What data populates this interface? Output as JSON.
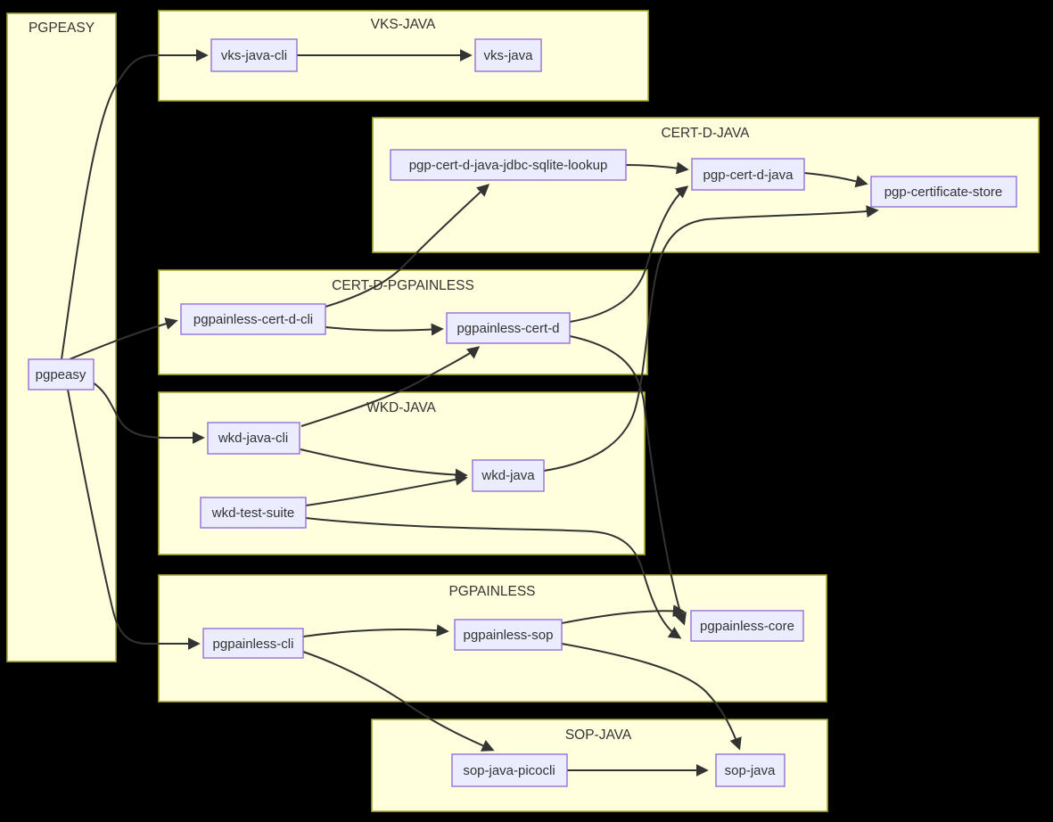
{
  "diagram": {
    "type": "dependency-flowchart",
    "background_color": "#000000",
    "colors": {
      "cluster_fill": "#ffffde",
      "cluster_border": "#aaaa33",
      "node_fill": "#ececff",
      "node_border": "#9370db",
      "edge": "#333333",
      "text": "#333333"
    },
    "clusters": [
      {
        "id": "pgpeasy",
        "label": "PGPEASY"
      },
      {
        "id": "vks-java",
        "label": "VKS-JAVA"
      },
      {
        "id": "cert-d-java",
        "label": "CERT-D-JAVA"
      },
      {
        "id": "cert-d-pgpainless",
        "label": "CERT-D-PGPAINLESS"
      },
      {
        "id": "wkd-java",
        "label": "WKD-JAVA"
      },
      {
        "id": "pgpainless",
        "label": "PGPAINLESS"
      },
      {
        "id": "sop-java",
        "label": "SOP-JAVA"
      }
    ],
    "nodes": [
      {
        "id": "pgpeasy",
        "label": "pgpeasy"
      },
      {
        "id": "vks-java-cli",
        "label": "vks-java-cli"
      },
      {
        "id": "vks-java",
        "label": "vks-java"
      },
      {
        "id": "pgp-cert-d-java-jdbc-sqlite-lookup",
        "label": "pgp-cert-d-java-jdbc-sqlite-lookup"
      },
      {
        "id": "pgp-cert-d-java",
        "label": "pgp-cert-d-java"
      },
      {
        "id": "pgp-certificate-store",
        "label": "pgp-certificate-store"
      },
      {
        "id": "pgpainless-cert-d-cli",
        "label": "pgpainless-cert-d-cli"
      },
      {
        "id": "pgpainless-cert-d",
        "label": "pgpainless-cert-d"
      },
      {
        "id": "wkd-java-cli",
        "label": "wkd-java-cli"
      },
      {
        "id": "wkd-java",
        "label": "wkd-java"
      },
      {
        "id": "wkd-test-suite",
        "label": "wkd-test-suite"
      },
      {
        "id": "pgpainless-cli",
        "label": "pgpainless-cli"
      },
      {
        "id": "pgpainless-sop",
        "label": "pgpainless-sop"
      },
      {
        "id": "pgpainless-core",
        "label": "pgpainless-core"
      },
      {
        "id": "sop-java-picocli",
        "label": "sop-java-picocli"
      },
      {
        "id": "sop-java",
        "label": "sop-java"
      }
    ],
    "edges": [
      {
        "from": "pgpeasy",
        "to": "vks-java-cli"
      },
      {
        "from": "pgpeasy",
        "to": "pgpainless-cert-d-cli"
      },
      {
        "from": "pgpeasy",
        "to": "wkd-java-cli"
      },
      {
        "from": "pgpeasy",
        "to": "pgpainless-cli"
      },
      {
        "from": "vks-java-cli",
        "to": "vks-java"
      },
      {
        "from": "pgp-cert-d-java-jdbc-sqlite-lookup",
        "to": "pgp-cert-d-java"
      },
      {
        "from": "pgp-cert-d-java",
        "to": "pgp-certificate-store"
      },
      {
        "from": "pgpainless-cert-d-cli",
        "to": "pgp-cert-d-java-jdbc-sqlite-lookup"
      },
      {
        "from": "pgpainless-cert-d-cli",
        "to": "pgpainless-cert-d"
      },
      {
        "from": "pgpainless-cert-d",
        "to": "pgp-cert-d-java"
      },
      {
        "from": "pgpainless-cert-d",
        "to": "pgpainless-core"
      },
      {
        "from": "wkd-java-cli",
        "to": "pgpainless-cert-d"
      },
      {
        "from": "wkd-java-cli",
        "to": "wkd-java"
      },
      {
        "from": "wkd-test-suite",
        "to": "wkd-java"
      },
      {
        "from": "wkd-test-suite",
        "to": "pgpainless-core"
      },
      {
        "from": "wkd-java",
        "to": "pgp-certificate-store"
      },
      {
        "from": "pgpainless-cli",
        "to": "pgpainless-sop"
      },
      {
        "from": "pgpainless-cli",
        "to": "sop-java-picocli"
      },
      {
        "from": "pgpainless-sop",
        "to": "pgpainless-core"
      },
      {
        "from": "pgpainless-sop",
        "to": "sop-java"
      },
      {
        "from": "sop-java-picocli",
        "to": "sop-java"
      }
    ]
  }
}
